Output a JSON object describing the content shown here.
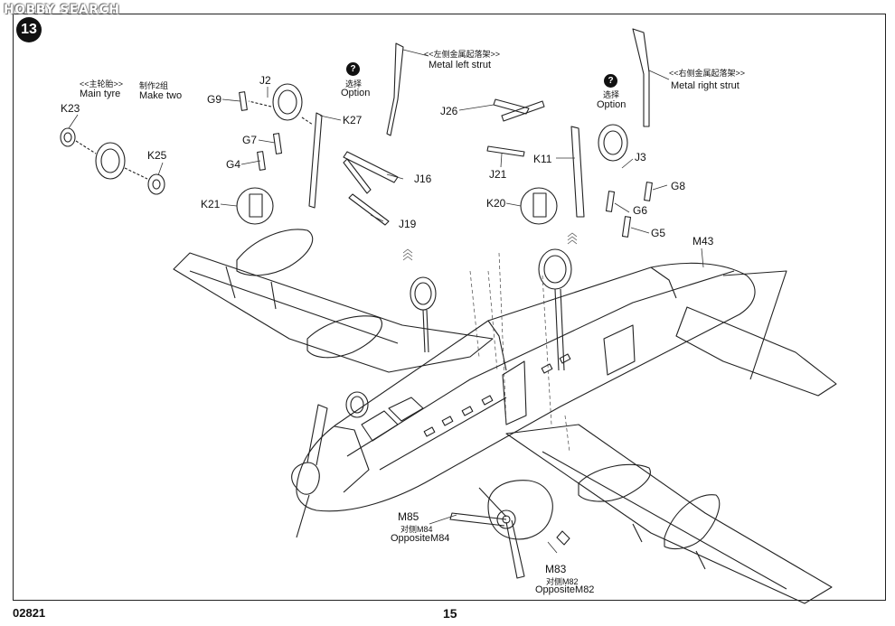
{
  "header": {
    "watermark": "HOBBY SEARCH",
    "step_number": "13"
  },
  "main_tyre": {
    "cn": "<<主轮胎>>",
    "en": "Main tyre"
  },
  "make_two": {
    "cn": "制作2组",
    "en": "Make two"
  },
  "left_strut": {
    "cn": "<<左侧金属起落架>>",
    "en": "Metal left strut"
  },
  "right_strut": {
    "cn": "<<右侧金属起落架>>",
    "en": "Metal right strut"
  },
  "option_left": {
    "icon": "?",
    "cn": "选择",
    "en": "Option"
  },
  "option_right": {
    "icon": "?",
    "cn": "选择",
    "en": "Option"
  },
  "parts": {
    "K23": "K23",
    "K25": "K25",
    "G9": "G9",
    "J2": "J2",
    "K27": "K27",
    "G7": "G7",
    "G4": "G4",
    "K21": "K21",
    "J16": "J16",
    "J19": "J19",
    "J26": "J26",
    "J21": "J21",
    "K11": "K11",
    "J3": "J3",
    "G8": "G8",
    "K20": "K20",
    "G6": "G6",
    "G5": "G5",
    "M43": "M43"
  },
  "m85": {
    "part": "M85",
    "cn": "对侧M84",
    "en": "OppositeM84"
  },
  "m83": {
    "part": "M83",
    "cn": "对侧M82",
    "en": "OppositeM82"
  },
  "footer": {
    "code": "02821",
    "page": "15"
  }
}
